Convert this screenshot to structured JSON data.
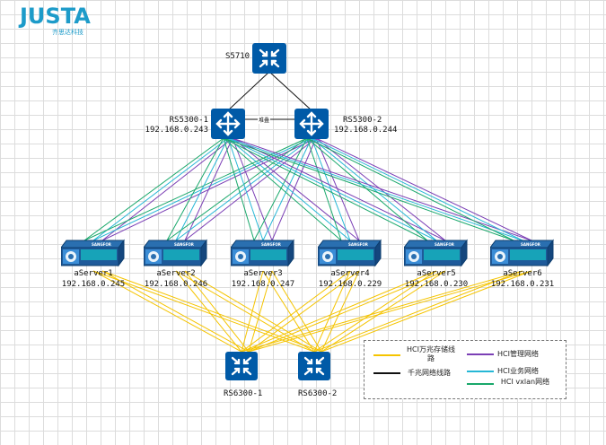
{
  "logo": {
    "text": "JUSTA",
    "subtitle": "齐思达科技"
  },
  "nodes": {
    "s5710": {
      "name": "S5710"
    },
    "rs5300_1": {
      "name": "RS5300-1",
      "ip": "192.168.0.243"
    },
    "rs5300_2": {
      "name": "RS5300-2",
      "ip": "192.168.0.244"
    },
    "servers": [
      {
        "name": "aServer1",
        "ip": "192.168.0.245",
        "brand": "SANGFOR"
      },
      {
        "name": "aServer2",
        "ip": "192.168.0.246",
        "brand": "SANGFOR"
      },
      {
        "name": "aServer3",
        "ip": "192.168.0.247",
        "brand": "SANGFOR"
      },
      {
        "name": "aServer4",
        "ip": "192.168.0.229",
        "brand": "SANGFOR"
      },
      {
        "name": "aServer5",
        "ip": "192.168.0.230",
        "brand": "SANGFOR"
      },
      {
        "name": "aServer6",
        "ip": "192.168.0.231",
        "brand": "SANGFOR"
      }
    ],
    "rs6300_1": {
      "name": "RS6300-1"
    },
    "rs6300_2": {
      "name": "RS6300-2"
    }
  },
  "stack_link_label": "堆叠",
  "legend": {
    "storage": "HCI万兆存储线路",
    "gigabit": "千兆网络线路",
    "management": "HCI管理网络",
    "business": "HCI业务网络",
    "vxlan": "HCI vxlan网络"
  },
  "colors": {
    "storage": "#f5c400",
    "gigabit": "#111111",
    "management": "#7b3fb5",
    "business": "#26b7d6",
    "vxlan": "#19a86b",
    "device": "#005aa7",
    "logo": "#1d9bc9"
  }
}
